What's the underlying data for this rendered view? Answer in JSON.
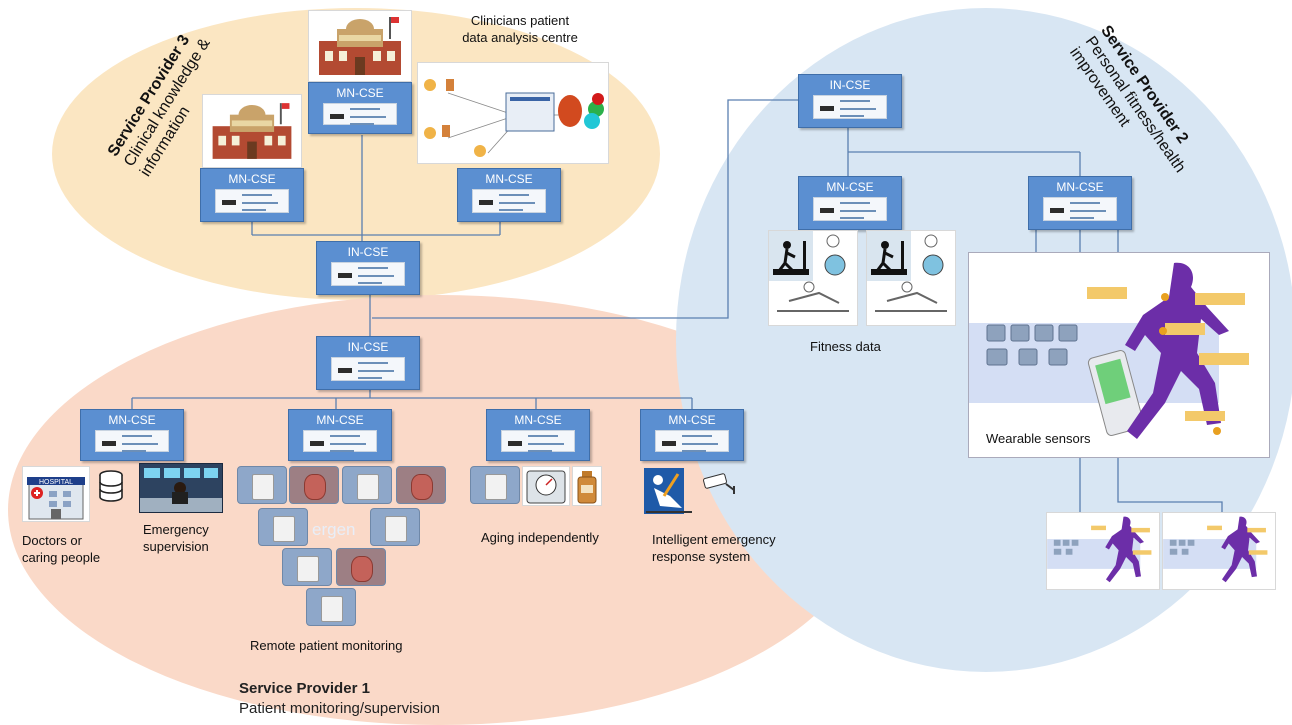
{
  "service_provider_1": {
    "title": "Service Provider 1",
    "subtitle": "Patient monitoring/supervision"
  },
  "service_provider_2": {
    "title": "Service Provider 2",
    "subtitle_line1": "Personal fitness/health",
    "subtitle_line2": "improvement"
  },
  "service_provider_3": {
    "title": "Service Provider 3",
    "subtitle_line1": "Clinical knowledge &",
    "subtitle_line2": "information"
  },
  "nodes": {
    "mn_cse": "MN-CSE",
    "in_cse": "IN-CSE"
  },
  "labels": {
    "clinicians_line1": "Clinicians patient",
    "clinicians_line2": "data analysis centre",
    "fitness_data": "Fitness data",
    "wearable_sensors": "Wearable sensors",
    "doctors_line1": "Doctors or",
    "doctors_line2": "caring people",
    "emergency_line1": "Emergency",
    "emergency_line2": "supervision",
    "remote_monitoring": "Remote patient monitoring",
    "aging": "Aging independently",
    "iers_line1": "Intelligent emergency",
    "iers_line2": "response system",
    "hospital": "HOSPITAL",
    "emergency_overlay": "ergen"
  },
  "colors": {
    "sp1": "#fad9c8",
    "sp2": "#d8e6f3",
    "sp3": "#fbe6c2",
    "node": "#5b8fd1",
    "line": "#5a7fb0"
  }
}
